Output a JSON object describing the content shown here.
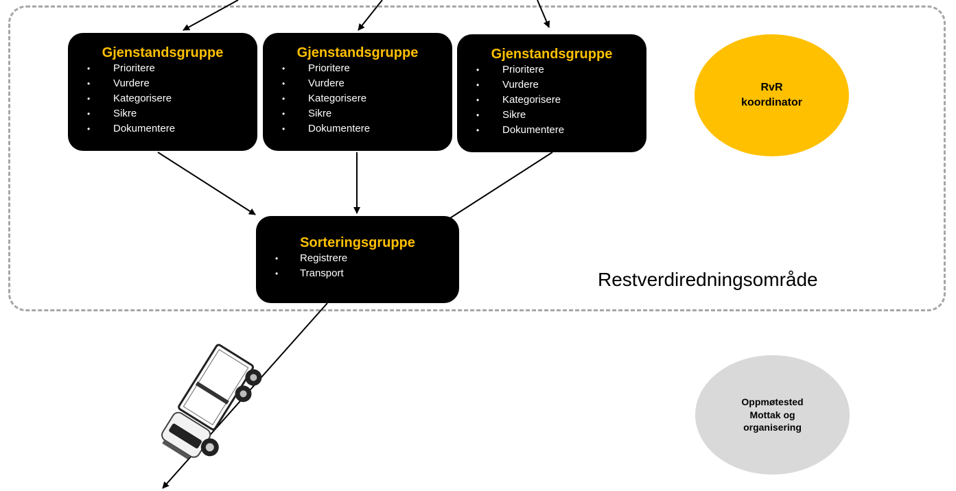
{
  "area": {
    "label": "Restverdiredningsområde"
  },
  "groups": [
    {
      "title": "Gjenstandsgruppe",
      "items": [
        "Prioritere",
        "Vurdere",
        "Kategorisere",
        "Sikre",
        "Dokumentere"
      ]
    },
    {
      "title": "Gjenstandsgruppe",
      "items": [
        "Prioritere",
        "Vurdere",
        "Kategorisere",
        "Sikre",
        "Dokumentere"
      ]
    },
    {
      "title": "Gjenstandsgruppe",
      "items": [
        "Prioritere",
        "Vurdere",
        "Kategorisere",
        "Sikre",
        "Dokumentere"
      ]
    }
  ],
  "sorting": {
    "title": "Sorteringsgruppe",
    "items": [
      "Registrere",
      "Transport"
    ]
  },
  "coordinator": {
    "label": "RvR\nkoordinator",
    "color": "#ffc000"
  },
  "meeting_point": {
    "label": "Oppmøtested\nMottak og\norganisering",
    "color": "#d9d9d9"
  },
  "bullet": "•",
  "icons": {
    "truck": "truck-icon"
  }
}
